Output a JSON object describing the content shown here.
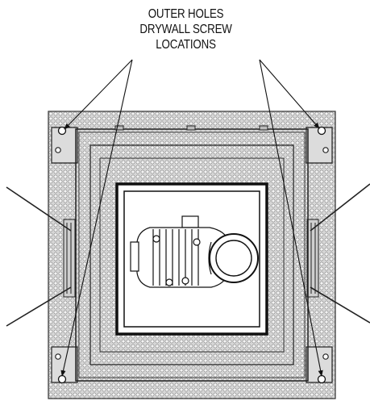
{
  "callout": {
    "lines": [
      "OUTER HOLES",
      "DRYWALL SCREW",
      "LOCATIONS"
    ]
  },
  "colors": {
    "line": "#111111",
    "mesh": "#c9c9c9",
    "frame_fill": "#e4e4e4",
    "background": "#ffffff"
  },
  "icons": [
    "screw-hole-icon",
    "fixture-icon"
  ]
}
